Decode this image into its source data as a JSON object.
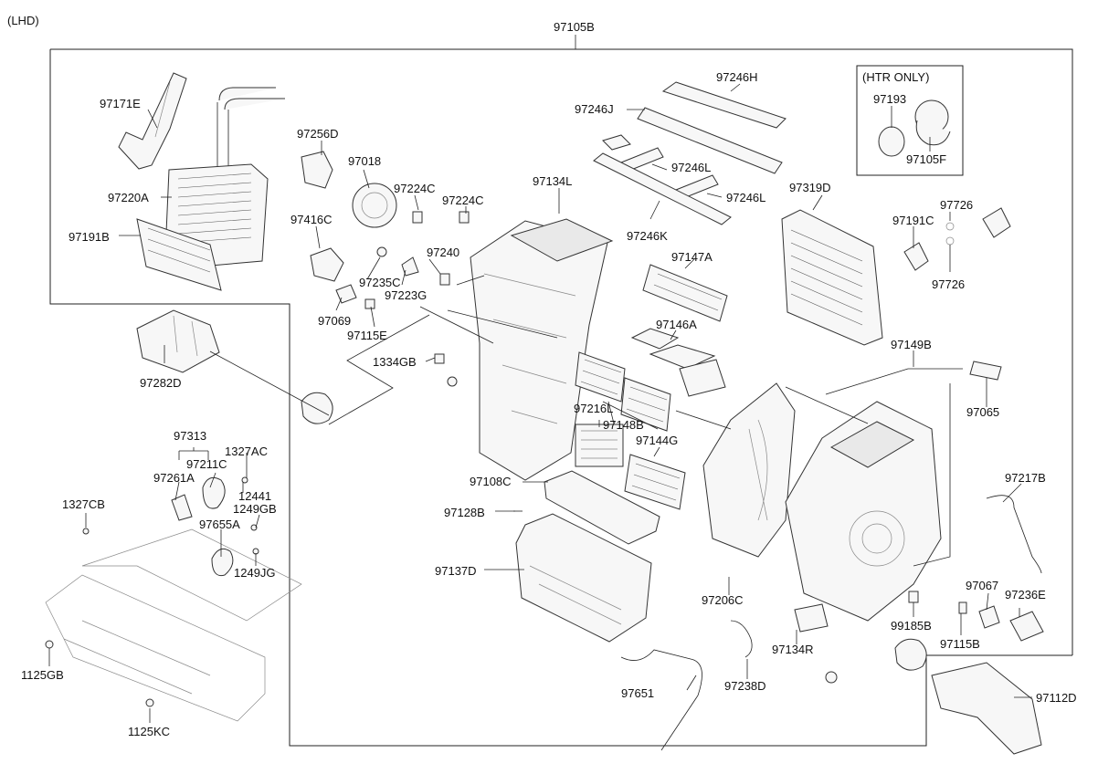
{
  "header": {
    "variant": "(LHD)",
    "assembly": "97105B"
  },
  "htr_box": {
    "title": "(HTR ONLY)"
  },
  "labels": [
    "97171E",
    "97220A",
    "97191B",
    "97256D",
    "97018",
    "97224C",
    "97224C",
    "97416C",
    "97235C",
    "97240",
    "97223G",
    "97069",
    "97115E",
    "97134L",
    "97246H",
    "97246J",
    "97246L",
    "97246L",
    "97246K",
    "97147A",
    "97146A",
    "97193",
    "97105F",
    "97319D",
    "97726",
    "97191C",
    "97726",
    "97282D",
    "1334GB",
    "97149B",
    "97065",
    "97216L",
    "97148B",
    "97144G",
    "97313",
    "97211C",
    "1327AC",
    "97261A",
    "12441",
    "1249GB",
    "97655A",
    "1249JG",
    "1327CB",
    "97108C",
    "97128B",
    "97137D",
    "97206C",
    "97217B",
    "97067",
    "97236E",
    "99185B",
    "97115B",
    "97134R",
    "97651",
    "97238D",
    "1125GB",
    "1125KC",
    "97112D"
  ]
}
